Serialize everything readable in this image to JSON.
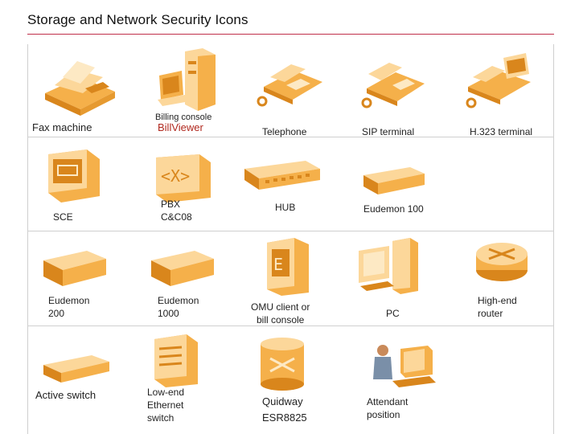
{
  "page": {
    "title": "Storage and Network Security Icons"
  },
  "colors": {
    "accent_rule": "#c0304a",
    "icon_light": "#fcd79a",
    "icon_mid": "#f5b04a",
    "icon_dark": "#d9861c",
    "grid_line": "#cfcfcf"
  },
  "icons": [
    {
      "id": "fax",
      "icon": "fax-machine-icon",
      "label": "Fax machine"
    },
    {
      "id": "billing",
      "icon": "billing-console-icon",
      "label": "Billing console",
      "label2": "BillViewer"
    },
    {
      "id": "telephone",
      "icon": "telephone-icon",
      "label": "Telephone"
    },
    {
      "id": "sip",
      "icon": "sip-terminal-icon",
      "label": "SIP terminal"
    },
    {
      "id": "h323",
      "icon": "h323-terminal-icon",
      "label": "H.323 terminal"
    },
    {
      "id": "sce",
      "icon": "sce-icon",
      "label": "SCE"
    },
    {
      "id": "pbx",
      "icon": "pbx-icon",
      "label": "PBX\nC&C08"
    },
    {
      "id": "hub",
      "icon": "hub-icon",
      "label": "HUB"
    },
    {
      "id": "eudemon100",
      "icon": "eudemon-100-icon",
      "label": "Eudemon 100"
    },
    {
      "id": "eudemon200",
      "icon": "eudemon-200-icon",
      "label": "Eudemon\n200"
    },
    {
      "id": "eudemon1000",
      "icon": "eudemon-1000-icon",
      "label": "Eudemon\n1000"
    },
    {
      "id": "omu",
      "icon": "omu-client-icon",
      "label": "OMU client or\nbill console"
    },
    {
      "id": "pc",
      "icon": "pc-icon",
      "label": "PC"
    },
    {
      "id": "router",
      "icon": "high-end-router-icon",
      "label": "High-end\nrouter"
    },
    {
      "id": "activeswitch",
      "icon": "active-switch-icon",
      "label": "Active switch"
    },
    {
      "id": "lowend",
      "icon": "low-end-ethernet-switch-icon",
      "label": "Low-end\nEthernet\nswitch"
    },
    {
      "id": "quidway",
      "icon": "quidway-esr8825-icon",
      "label": "Quidway\nESR8825"
    },
    {
      "id": "attendant",
      "icon": "attendant-position-icon",
      "label": "Attendant\nposition"
    }
  ]
}
